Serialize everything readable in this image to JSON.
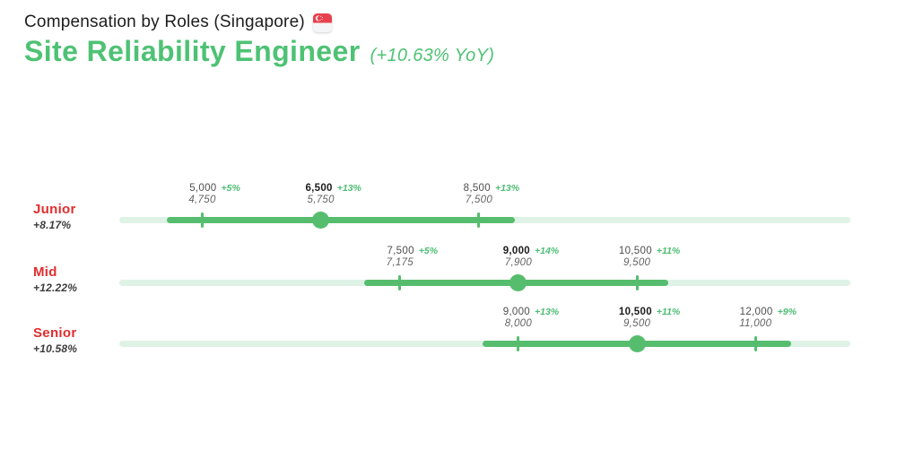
{
  "header": {
    "eyebrow": "Compensation by Roles (Singapore)",
    "flag": "singapore",
    "title": "Site Reliability Engineer",
    "subtitle": "(+10.63% YoY)"
  },
  "colors": {
    "green": "#57bd6e",
    "green_light": "#dff2e6",
    "green_text": "#4dbd73",
    "green_title": "#4ec274",
    "red": "#e12d2d",
    "flag_red": "#e8414e"
  },
  "chart_data": {
    "type": "range",
    "title": "Compensation by Roles (Singapore) — Site Reliability Engineer (+10.63% YoY)",
    "legend_position": "none",
    "grid": false,
    "axis": {
      "min": 3950,
      "max": 13200
    },
    "rows": [
      {
        "label": "Junior",
        "yoy": "+8.17%",
        "range": {
          "start": 4550,
          "end": 8950
        },
        "points": [
          {
            "value": 5000,
            "value_label": "5,000",
            "yoy": "+5%",
            "prev": "4,750",
            "emphasis": false
          },
          {
            "value": 6500,
            "value_label": "6,500",
            "yoy": "+13%",
            "prev": "5,750",
            "emphasis": true
          },
          {
            "value": 8500,
            "value_label": "8,500",
            "yoy": "+13%",
            "prev": "7,500",
            "emphasis": false
          }
        ]
      },
      {
        "label": "Mid",
        "yoy": "+12.22%",
        "range": {
          "start": 7050,
          "end": 10900
        },
        "points": [
          {
            "value": 7500,
            "value_label": "7,500",
            "yoy": "+5%",
            "prev": "7,175",
            "emphasis": false
          },
          {
            "value": 9000,
            "value_label": "9,000",
            "yoy": "+14%",
            "prev": "7,900",
            "emphasis": true
          },
          {
            "value": 10500,
            "value_label": "10,500",
            "yoy": "+11%",
            "prev": "9,500",
            "emphasis": false
          }
        ]
      },
      {
        "label": "Senior",
        "yoy": "+10.58%",
        "range": {
          "start": 8550,
          "end": 12450
        },
        "points": [
          {
            "value": 9000,
            "value_label": "9,000",
            "yoy": "+13%",
            "prev": "8,000",
            "emphasis": false
          },
          {
            "value": 10500,
            "value_label": "10,500",
            "yoy": "+11%",
            "prev": "9,500",
            "emphasis": true
          },
          {
            "value": 12000,
            "value_label": "12,000",
            "yoy": "+9%",
            "prev": "11,000",
            "emphasis": false
          }
        ]
      }
    ]
  }
}
